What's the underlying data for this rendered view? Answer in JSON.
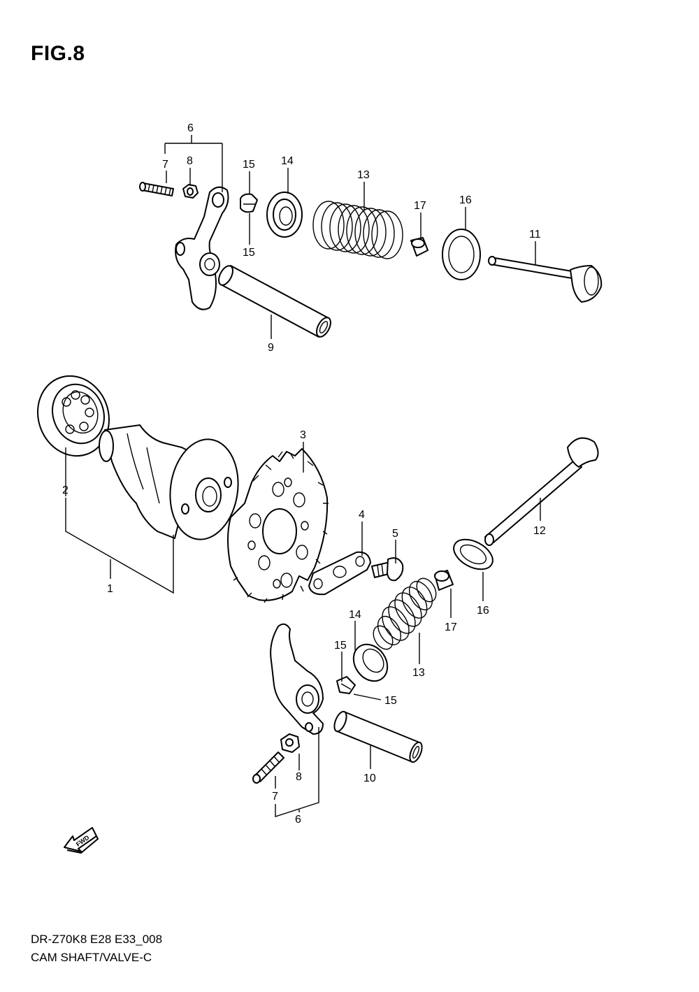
{
  "figure": {
    "title": "FIG.8"
  },
  "footer": {
    "model_code": "DR-Z70K8 E28 E33_008",
    "section_name": "CAM SHAFT/VALVE-C"
  },
  "fwd_badge": {
    "label": "FWD",
    "icon": "forward-arrow-icon"
  },
  "callouts": {
    "c6_top": "6",
    "c7_top": "7",
    "c8_top": "8",
    "c15_top_a": "15",
    "c15_top_b": "15",
    "c14_top": "14",
    "c13_top": "13",
    "c17_top": "17",
    "c16_top": "16",
    "c11": "11",
    "c9": "9",
    "c2": "2",
    "c1": "1",
    "c3": "3",
    "c4": "4",
    "c5": "5",
    "c12": "12",
    "c16_bot": "16",
    "c17_bot": "17",
    "c14_bot": "14",
    "c15_bot_a": "15",
    "c13_bot": "13",
    "c15_bot_b": "15",
    "c8_bot": "8",
    "c10": "10",
    "c7_bot": "7",
    "c6_bot": "6"
  }
}
